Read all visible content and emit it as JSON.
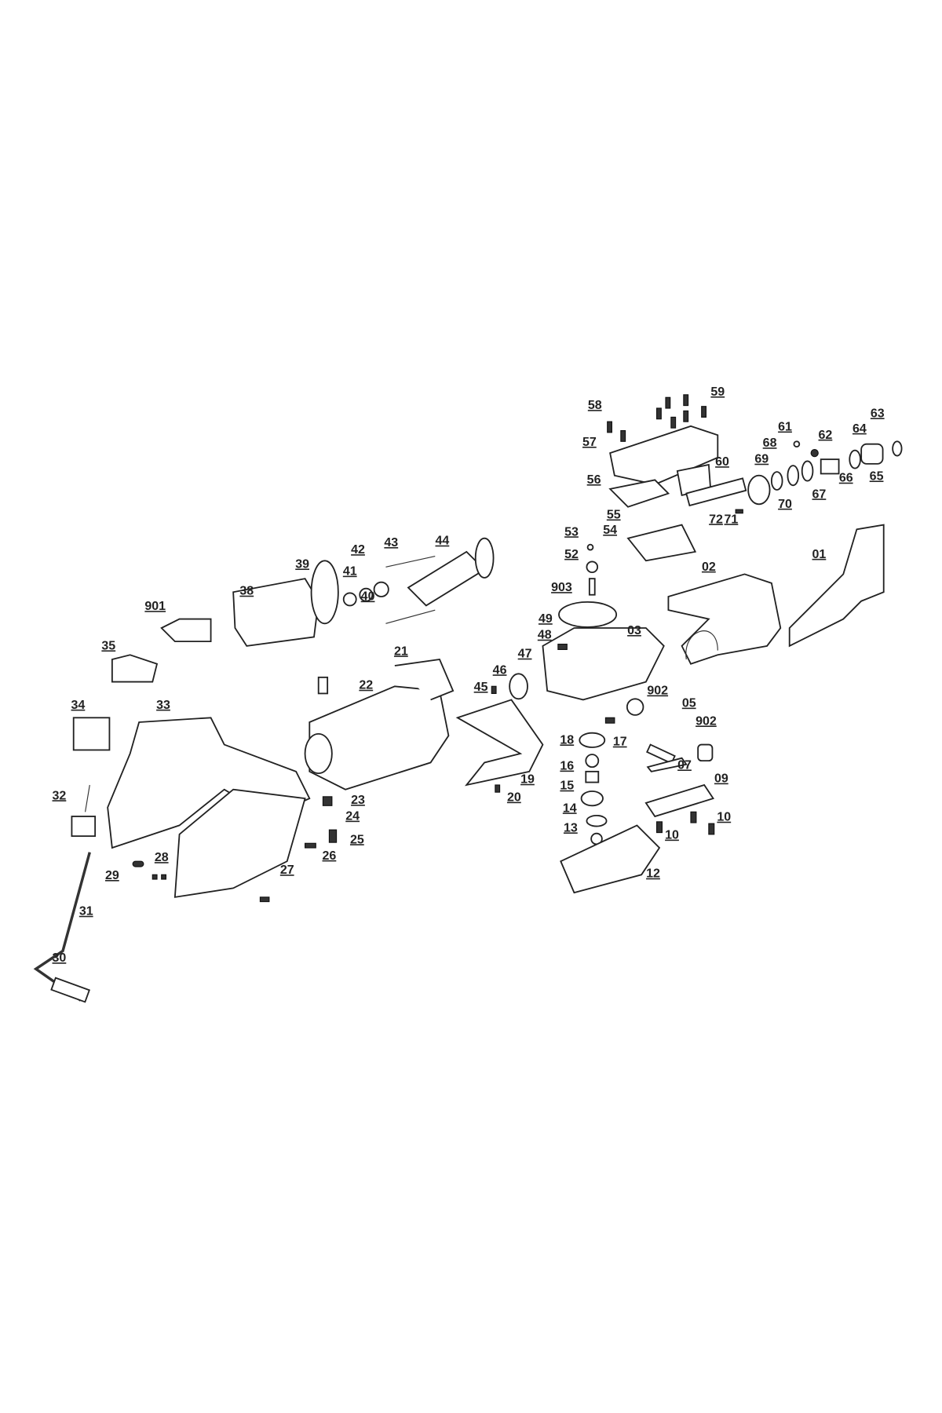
{
  "diagram": {
    "type": "exploded-parts-view",
    "part_labels": [
      "01",
      "02",
      "03",
      "05",
      "07",
      "09",
      "10",
      "10",
      "12",
      "13",
      "14",
      "15",
      "16",
      "17",
      "18",
      "19",
      "20",
      "21",
      "22",
      "23",
      "24",
      "25",
      "26",
      "27",
      "28",
      "29",
      "30",
      "31",
      "32",
      "33",
      "34",
      "35",
      "38",
      "39",
      "40",
      "41",
      "42",
      "43",
      "44",
      "45",
      "46",
      "47",
      "48",
      "49",
      "52",
      "53",
      "54",
      "55",
      "56",
      "57",
      "58",
      "59",
      "60",
      "61",
      "62",
      "63",
      "64",
      "65",
      "66",
      "67",
      "68",
      "69",
      "70",
      "71",
      "72",
      "901",
      "902",
      "902",
      "903"
    ]
  }
}
